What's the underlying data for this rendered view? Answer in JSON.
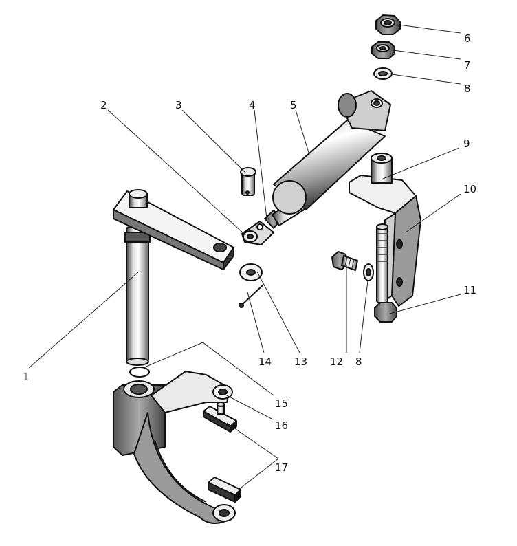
{
  "callouts": {
    "c1": "1",
    "c2": "2",
    "c3": "3",
    "c4": "4",
    "c5": "5",
    "c6": "6",
    "c7": "7",
    "c8a": "8",
    "c9": "9",
    "c10": "10",
    "c11": "11",
    "c12": "12",
    "c8b": "8",
    "c13": "13",
    "c14": "14",
    "c15": "15",
    "c16": "16",
    "c17": "17"
  }
}
